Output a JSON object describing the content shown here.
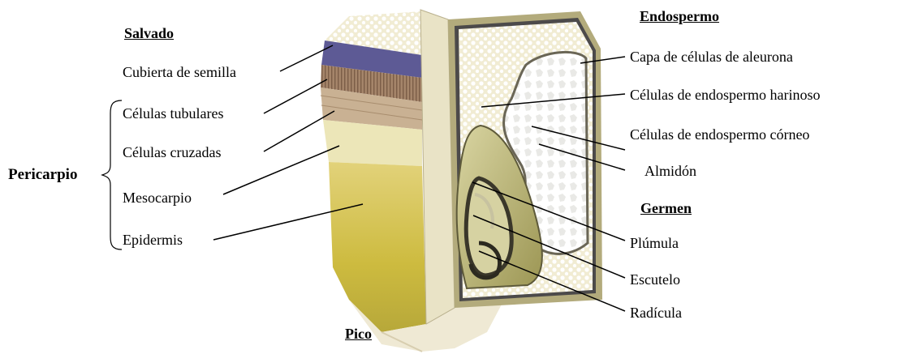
{
  "headers": {
    "salvado": "Salvado",
    "endospermo": "Endospermo",
    "germen": "Germen",
    "pico": "Pico"
  },
  "group_label": "Pericarpio",
  "left_labels": {
    "cubierta": "Cubierta de semilla",
    "tubulares": "Células tubulares",
    "cruzadas": "Células cruzadas",
    "mesocarpio": "Mesocarpio",
    "epidermis": "Epidermis"
  },
  "right_labels": {
    "aleurona": "Capa de células de aleurona",
    "harinoso": "Células de endospermo harinoso",
    "corneo": "Células de endospermo córneo",
    "almidon": "Almidón",
    "plumula": "Plúmula",
    "escutelo": "Escutelo",
    "radicula": "Radícula"
  },
  "colors": {
    "seed_coat": "#5d5a95",
    "tube_cells": "#a5856a",
    "cross_cells": "#c9b193",
    "mesocarp": "#ece6b8",
    "epidermis_yellow": "#d4c24a",
    "endosperm_floury": "#f3ecd2",
    "endosperm_horny": "#ffffff",
    "aleurone": "#4c4a4a",
    "germ": "#b9b47a"
  }
}
